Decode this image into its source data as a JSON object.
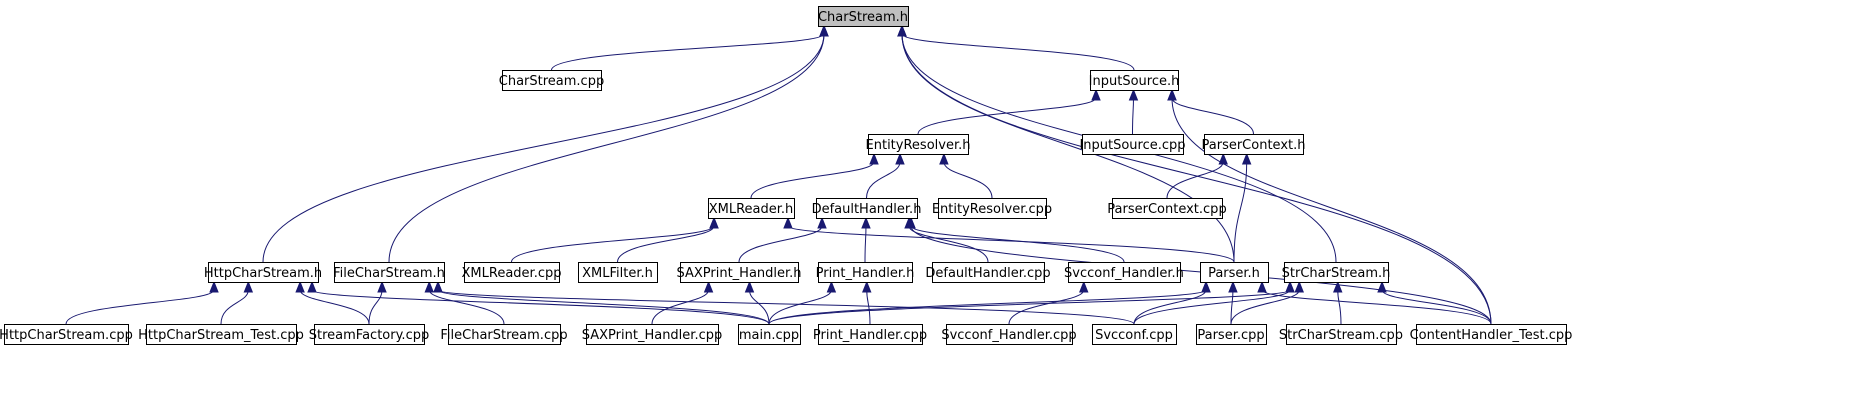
{
  "graph": {
    "title": "CharStream.h",
    "nodes": [
      {
        "id": "charstream_h",
        "label": "CharStream.h",
        "root": true
      },
      {
        "id": "charstream_cpp",
        "label": "CharStream.cpp"
      },
      {
        "id": "inputsource_h",
        "label": "InputSource.h"
      },
      {
        "id": "entityresolver_h",
        "label": "EntityResolver.h"
      },
      {
        "id": "inputsource_cpp",
        "label": "InputSource.cpp"
      },
      {
        "id": "parsercontext_h",
        "label": "ParserContext.h"
      },
      {
        "id": "xmlreader_h",
        "label": "XMLReader.h"
      },
      {
        "id": "defaulthandler_h",
        "label": "DefaultHandler.h"
      },
      {
        "id": "entityresolver_cpp",
        "label": "EntityResolver.cpp"
      },
      {
        "id": "parsercontext_cpp",
        "label": "ParserContext.cpp"
      },
      {
        "id": "httpcharstream_h",
        "label": "HttpCharStream.h"
      },
      {
        "id": "filecharstream_h",
        "label": "FileCharStream.h"
      },
      {
        "id": "xmlreader_cpp",
        "label": "XMLReader.cpp"
      },
      {
        "id": "xmlfilter_h",
        "label": "XMLFilter.h"
      },
      {
        "id": "saxprint_handler_h",
        "label": "SAXPrint_Handler.h"
      },
      {
        "id": "print_handler_h",
        "label": "Print_Handler.h"
      },
      {
        "id": "defaulthandler_cpp",
        "label": "DefaultHandler.cpp"
      },
      {
        "id": "svcconf_handler_h",
        "label": "Svcconf_Handler.h"
      },
      {
        "id": "parser_h",
        "label": "Parser.h"
      },
      {
        "id": "strcharstream_h",
        "label": "StrCharStream.h"
      },
      {
        "id": "httpcharstream_cpp",
        "label": "HttpCharStream.cpp"
      },
      {
        "id": "httpcharstream_test",
        "label": "HttpCharStream_Test.cpp"
      },
      {
        "id": "streamfactory_cpp",
        "label": "StreamFactory.cpp"
      },
      {
        "id": "filecharstream_cpp",
        "label": "FileCharStream.cpp"
      },
      {
        "id": "saxprint_handler_cpp",
        "label": "SAXPrint_Handler.cpp"
      },
      {
        "id": "main_cpp",
        "label": "main.cpp"
      },
      {
        "id": "print_handler_cpp",
        "label": "Print_Handler.cpp"
      },
      {
        "id": "svcconf_handler_cpp",
        "label": "Svcconf_Handler.cpp"
      },
      {
        "id": "svcconf_cpp",
        "label": "Svcconf.cpp"
      },
      {
        "id": "parser_cpp",
        "label": "Parser.cpp"
      },
      {
        "id": "strcharstream_cpp",
        "label": "StrCharStream.cpp"
      },
      {
        "id": "contenthandler_test",
        "label": "ContentHandler_Test.cpp"
      }
    ],
    "edges": [
      {
        "from": "charstream_cpp",
        "to": "charstream_h"
      },
      {
        "from": "inputsource_h",
        "to": "charstream_h"
      },
      {
        "from": "httpcharstream_h",
        "to": "charstream_h"
      },
      {
        "from": "filecharstream_h",
        "to": "charstream_h"
      },
      {
        "from": "parser_h",
        "to": "charstream_h"
      },
      {
        "from": "strcharstream_h",
        "to": "charstream_h"
      },
      {
        "from": "contenthandler_test",
        "to": "charstream_h"
      },
      {
        "from": "entityresolver_h",
        "to": "inputsource_h"
      },
      {
        "from": "inputsource_cpp",
        "to": "inputsource_h"
      },
      {
        "from": "parsercontext_h",
        "to": "inputsource_h"
      },
      {
        "from": "contenthandler_test",
        "to": "inputsource_h"
      },
      {
        "from": "xmlreader_h",
        "to": "entityresolver_h"
      },
      {
        "from": "defaulthandler_h",
        "to": "entityresolver_h"
      },
      {
        "from": "entityresolver_cpp",
        "to": "entityresolver_h"
      },
      {
        "from": "parsercontext_cpp",
        "to": "parsercontext_h"
      },
      {
        "from": "parser_h",
        "to": "parsercontext_h"
      },
      {
        "from": "xmlreader_cpp",
        "to": "xmlreader_h"
      },
      {
        "from": "xmlfilter_h",
        "to": "xmlreader_h"
      },
      {
        "from": "parser_h",
        "to": "xmlreader_h"
      },
      {
        "from": "saxprint_handler_h",
        "to": "defaulthandler_h"
      },
      {
        "from": "print_handler_h",
        "to": "defaulthandler_h"
      },
      {
        "from": "defaulthandler_cpp",
        "to": "defaulthandler_h"
      },
      {
        "from": "svcconf_handler_h",
        "to": "defaulthandler_h"
      },
      {
        "from": "contenthandler_test",
        "to": "defaulthandler_h"
      },
      {
        "from": "httpcharstream_cpp",
        "to": "httpcharstream_h"
      },
      {
        "from": "httpcharstream_test",
        "to": "httpcharstream_h"
      },
      {
        "from": "streamfactory_cpp",
        "to": "httpcharstream_h"
      },
      {
        "from": "main_cpp",
        "to": "httpcharstream_h"
      },
      {
        "from": "streamfactory_cpp",
        "to": "filecharstream_h"
      },
      {
        "from": "filecharstream_cpp",
        "to": "filecharstream_h"
      },
      {
        "from": "main_cpp",
        "to": "filecharstream_h"
      },
      {
        "from": "svcconf_cpp",
        "to": "filecharstream_h"
      },
      {
        "from": "saxprint_handler_cpp",
        "to": "saxprint_handler_h"
      },
      {
        "from": "main_cpp",
        "to": "saxprint_handler_h"
      },
      {
        "from": "main_cpp",
        "to": "print_handler_h"
      },
      {
        "from": "print_handler_cpp",
        "to": "print_handler_h"
      },
      {
        "from": "svcconf_handler_cpp",
        "to": "svcconf_handler_h"
      },
      {
        "from": "main_cpp",
        "to": "parser_h"
      },
      {
        "from": "svcconf_cpp",
        "to": "parser_h"
      },
      {
        "from": "parser_cpp",
        "to": "parser_h"
      },
      {
        "from": "contenthandler_test",
        "to": "parser_h"
      },
      {
        "from": "main_cpp",
        "to": "strcharstream_h"
      },
      {
        "from": "svcconf_cpp",
        "to": "strcharstream_h"
      },
      {
        "from": "parser_cpp",
        "to": "strcharstream_h"
      },
      {
        "from": "strcharstream_cpp",
        "to": "strcharstream_h"
      },
      {
        "from": "contenthandler_test",
        "to": "strcharstream_h"
      }
    ]
  }
}
